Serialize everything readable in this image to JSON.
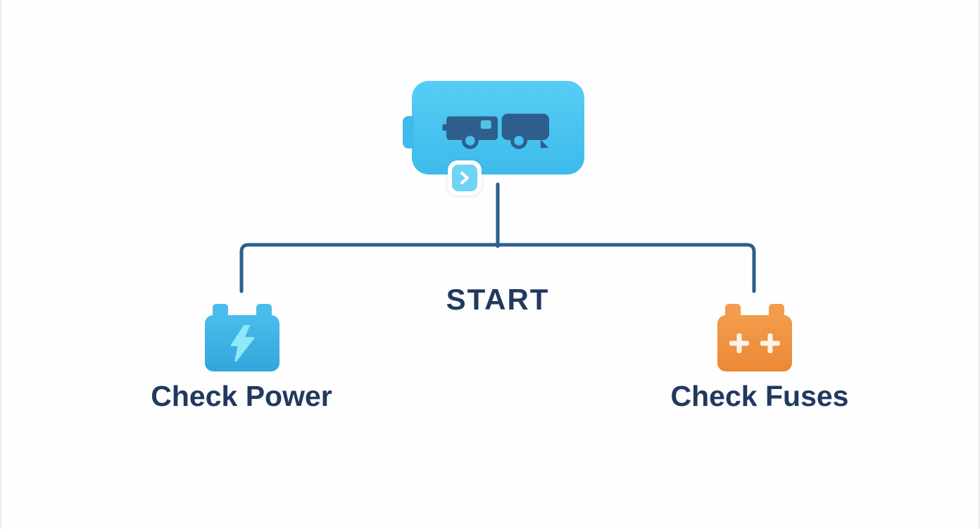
{
  "diagram": {
    "type": "flowchart",
    "start_label": "START",
    "root_node": {
      "name": "camper-trailer-node",
      "icon": "trailer-truck-icon",
      "badge_icon": "chevron-right-icon"
    },
    "branches": [
      {
        "id": "check-power",
        "label": "Check Power",
        "icon": "battery-lightning-icon"
      },
      {
        "id": "check-fuses",
        "label": "Check Fuses",
        "icon": "battery-plus-icon"
      }
    ],
    "colors": {
      "node_fill_top": "#56CDF5",
      "node_fill_bottom": "#3DBBEB",
      "icon_dark": "#2E5F8C",
      "connector": "#2E5F8C",
      "label_text": "#21395F",
      "power_fill_top": "#4ABDEC",
      "power_fill_bottom": "#33A5DB",
      "fuse_fill_top": "#F29C4C",
      "fuse_fill_bottom": "#EC8834",
      "bolt": "#8FE9F7",
      "plus": "#FDF3E7",
      "badge_fill": "#6FD4F4",
      "badge_frame": "#FFFFFF"
    }
  }
}
